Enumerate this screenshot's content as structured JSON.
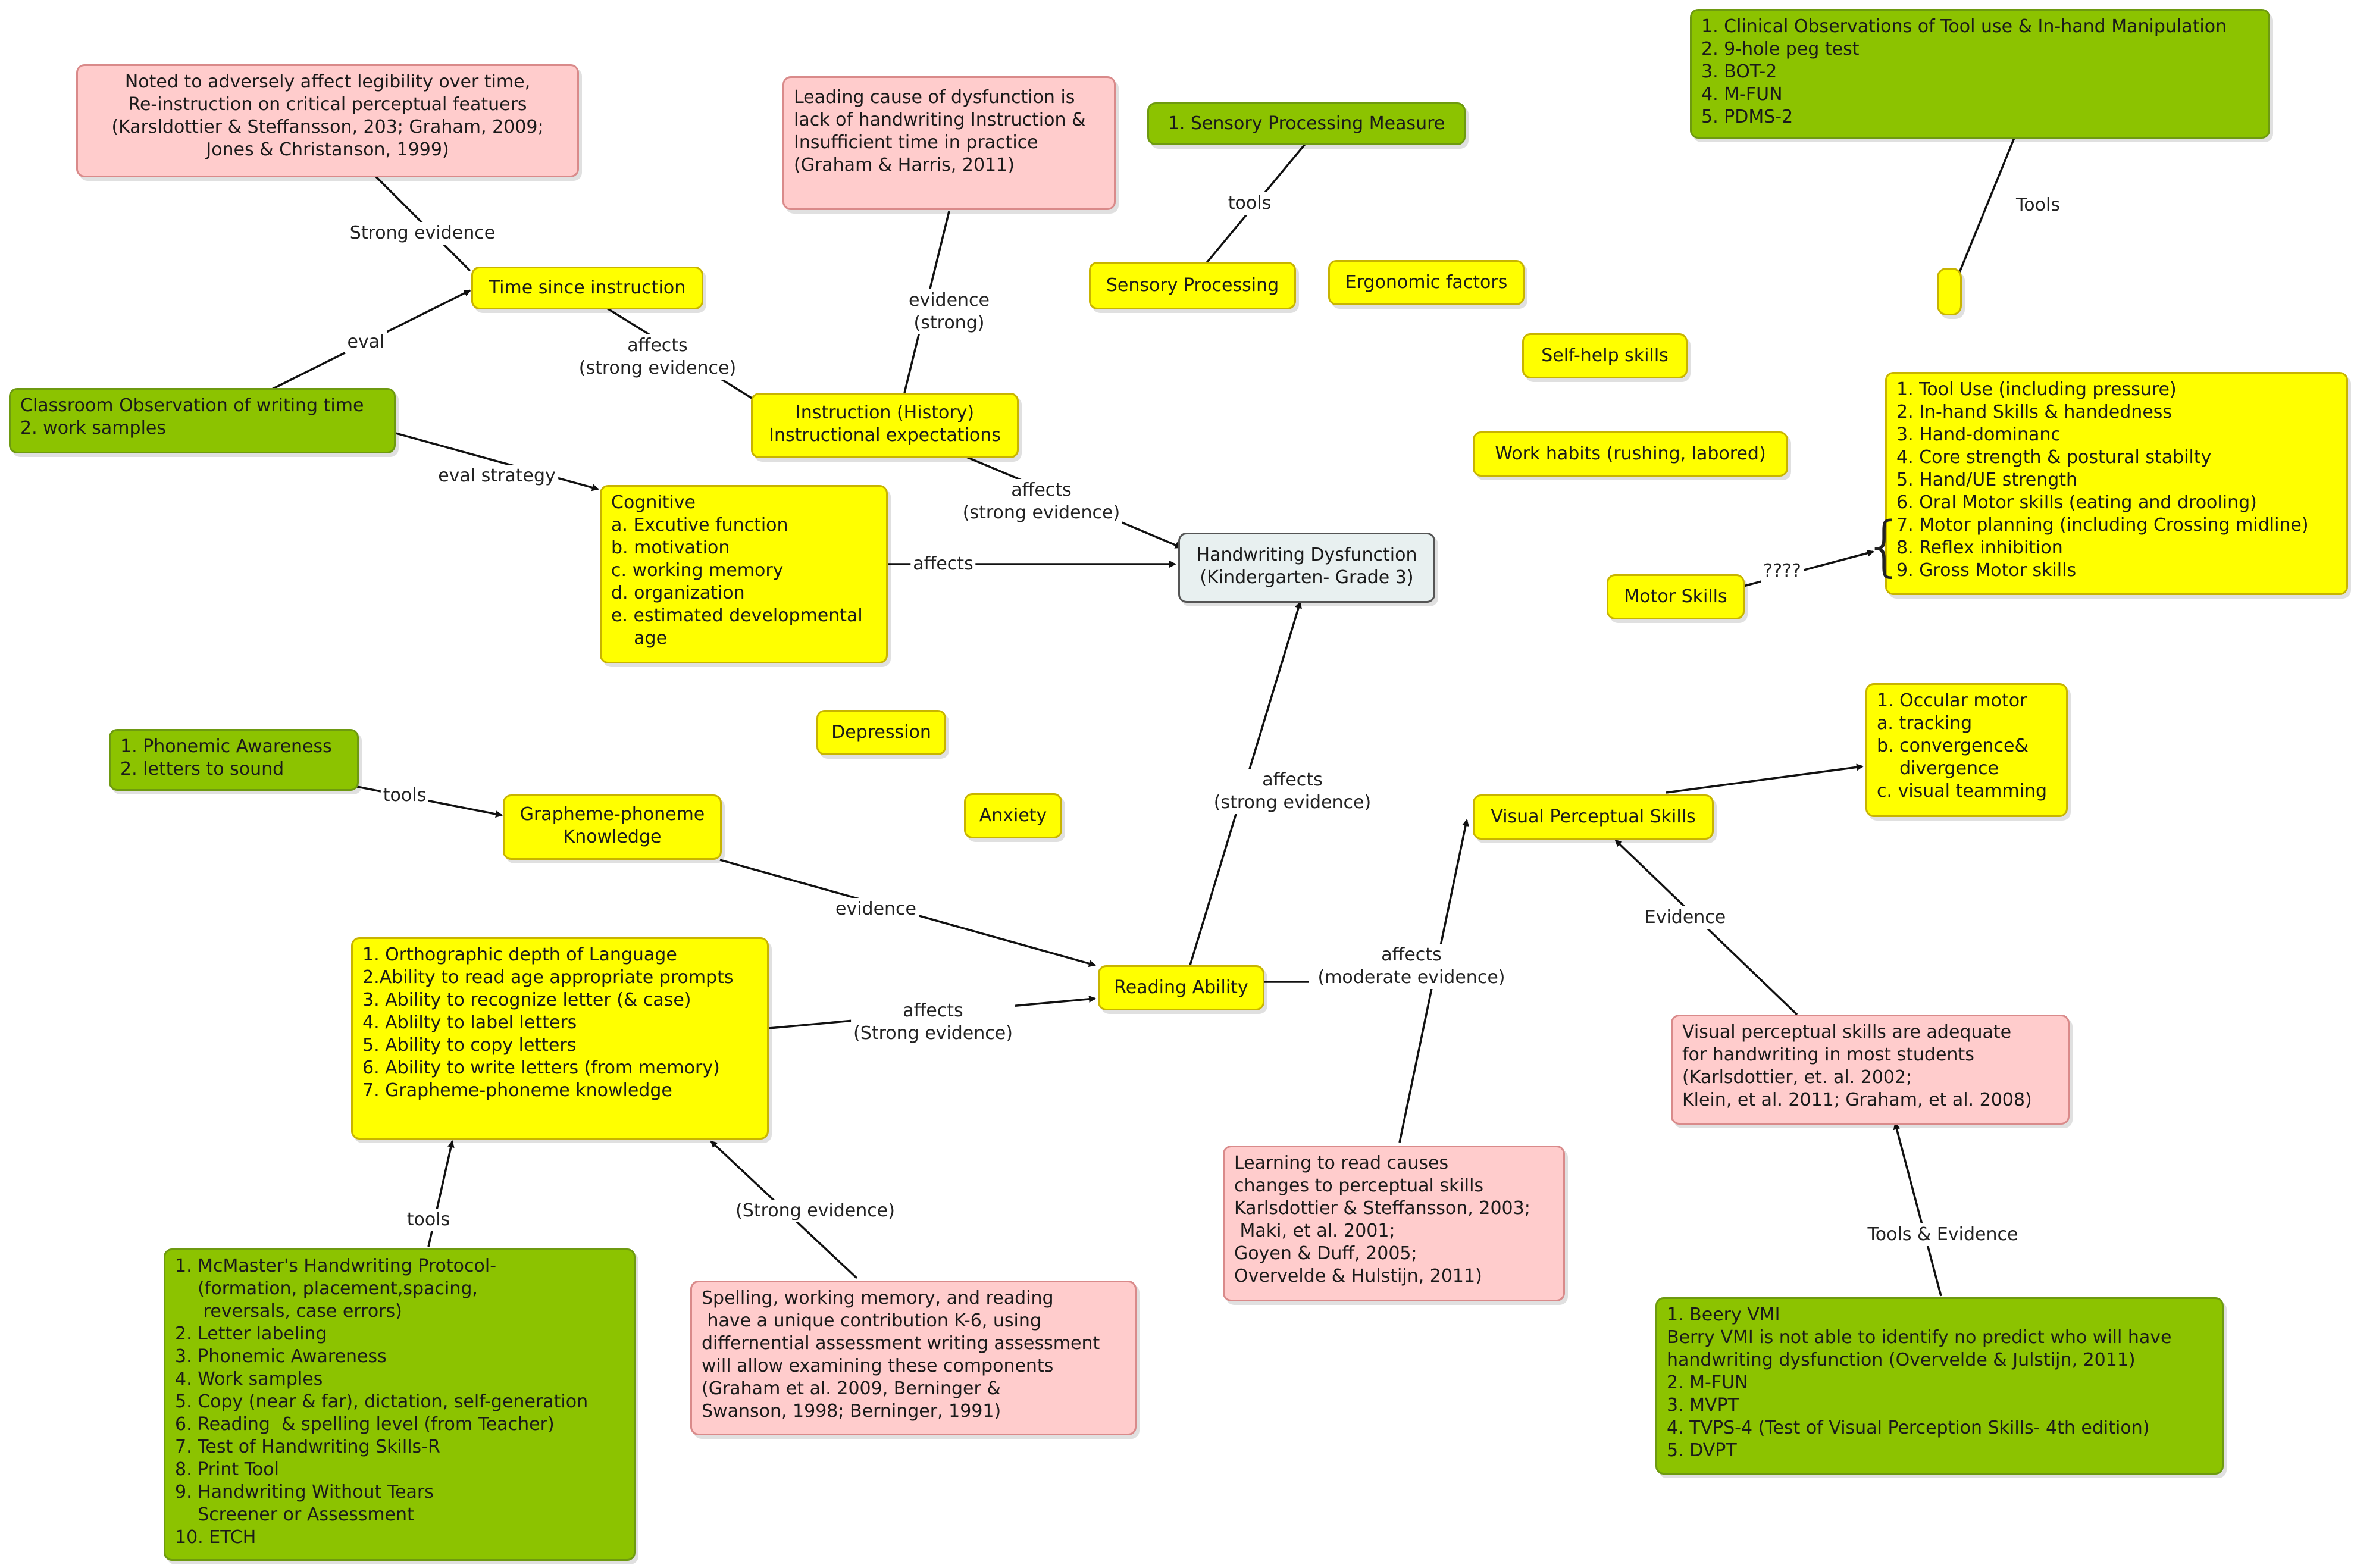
{
  "colors": {
    "yellow": "#ffff00",
    "green": "#8cc300",
    "pink": "#ffcccc",
    "center": "#e8f0f0",
    "edge": "#111111"
  },
  "nodes": {
    "noted_legibility": [
      "Noted to adversely affect legibility over time,",
      "Re-instruction on critical perceptual featuers",
      "(Karsldottier & Steffansson, 203; Graham, 2009;",
      "Jones & Christanson, 1999)"
    ],
    "leading_cause": [
      "Leading cause of dysfunction is",
      "lack of handwriting Instruction &",
      "Insufficient time in practice",
      "(Graham & Harris, 2011)"
    ],
    "sensory_measure": [
      "1. Sensory Processing Measure"
    ],
    "clinical_obs": [
      "1. Clinical Observations of Tool use & In-hand Manipulation",
      "2. 9-hole peg test",
      "3. BOT-2",
      "4. M-FUN",
      "5. PDMS-2"
    ],
    "time_since": [
      "Time since instruction"
    ],
    "sensory_processing": [
      "Sensory Processing"
    ],
    "ergonomic": [
      "Ergonomic factors"
    ],
    "self_help": [
      "Self-help skills"
    ],
    "classroom_obs": [
      "Classroom Observation of writing time",
      "2. work samples"
    ],
    "instruction_history": [
      "Instruction (History)",
      "Instructional expectations"
    ],
    "work_habits": [
      "Work habits (rushing, labored)"
    ],
    "motor_list": [
      "1. Tool Use (including pressure)",
      "2. In-hand Skills & handedness",
      "3. Hand-dominanc",
      "4. Core strength & postural stabilty",
      "5. Hand/UE strength",
      "6. Oral Motor skills (eating and drooling)",
      "7. Motor planning (including Crossing midline)",
      "8. Reflex inhibition",
      "9. Gross Motor skills"
    ],
    "cognitive": [
      "Cognitive",
      "a. Excutive function",
      "b. motivation",
      "c. working memory",
      "d. organization",
      "e. estimated developmental",
      "    age"
    ],
    "handwriting": [
      "Handwriting Dysfunction",
      "(Kindergarten- Grade 3)"
    ],
    "motor_skills": [
      "Motor Skills"
    ],
    "phonemic": [
      "1. Phonemic Awareness",
      "2. letters to sound"
    ],
    "depression": [
      "Depression"
    ],
    "ocular": [
      "1. Occular motor",
      "a. tracking",
      "b. convergence&",
      "    divergence",
      "c. visual teamming"
    ],
    "grapheme": [
      "Grapheme-phoneme",
      "Knowledge"
    ],
    "anxiety": [
      "Anxiety"
    ],
    "visual_perceptual": [
      "Visual Perceptual Skills"
    ],
    "orthographic": [
      "1. Orthographic depth of Language",
      "2.Ability to read age appropriate prompts",
      "3. Ability to recognize letter (& case)",
      "4. Ablilty to label letters",
      "5. Ability to copy letters",
      "6. Ability to write letters (from memory)",
      "7. Grapheme-phoneme knowledge"
    ],
    "reading_ability": [
      "Reading Ability"
    ],
    "vp_adequate": [
      "Visual perceptual skills are adequate",
      "for handwriting in most students",
      "(Karlsdottier, et. al. 2002;",
      "Klein, et al. 2011; Graham, et al. 2008)"
    ],
    "learning_to_read": [
      "Learning to read causes",
      "changes to perceptual skills",
      "Karlsdottier & Steffansson, 2003;",
      " Maki, et al. 2001;",
      "Goyen & Duff, 2005;",
      "Overvelde & Hulstijn, 2011)"
    ],
    "mcmaster": [
      "1. McMaster's Handwriting Protocol-",
      "    (formation, placement,spacing,",
      "     reversals, case errors)",
      "2. Letter labeling",
      "3. Phonemic Awareness",
      "4. Work samples",
      "5. Copy (near & far), dictation, self-generation",
      "6. Reading  & spelling level (from Teacher)",
      "7. Test of Handwriting Skills-R",
      "8. Print Tool",
      "9. Handwriting Without Tears",
      "    Screener or Assessment",
      "10. ETCH"
    ],
    "spelling": [
      "Spelling, working memory, and reading",
      " have a unique contribution K-6, using",
      "differnential assessment writing assessment",
      "will allow examining these components",
      "(Graham et al. 2009, Berninger &",
      "Swanson, 1998; Berninger, 1991)"
    ],
    "beery": [
      "1. Beery VMI",
      "Berry VMI is not able to identify no predict who will have",
      "handwriting dysfunction (Overvelde & Julstijn, 2011)",
      "2. M-FUN",
      "3. MVPT",
      "4. TVPS-4 (Test of Visual Perception Skills- 4th edition)",
      "5. DVPT"
    ]
  },
  "edge_labels": {
    "strong_evidence": "Strong evidence",
    "eval": "eval",
    "affects_time": "affects\n(strong evidence)",
    "evidence_strong": "evidence\n(strong)",
    "tools_sensory": "tools",
    "tools_clinical": "Tools",
    "eval_strategy": "eval strategy",
    "affects_instr": "affects\n(strong evidence)",
    "affects_cog": "affects",
    "motor_q": "????",
    "tools_phon": "tools",
    "affects_reading": "affects\n(strong evidence)",
    "evidence_graph": "evidence",
    "affects_ortho": "affects\n(Strong evidence)",
    "affects_vp": "affects\n(moderate evidence)",
    "evidence_vp": "Evidence",
    "tools_mcm": "tools",
    "strong_spell": "(Strong evidence)",
    "tools_evidence": "Tools & Evidence"
  }
}
